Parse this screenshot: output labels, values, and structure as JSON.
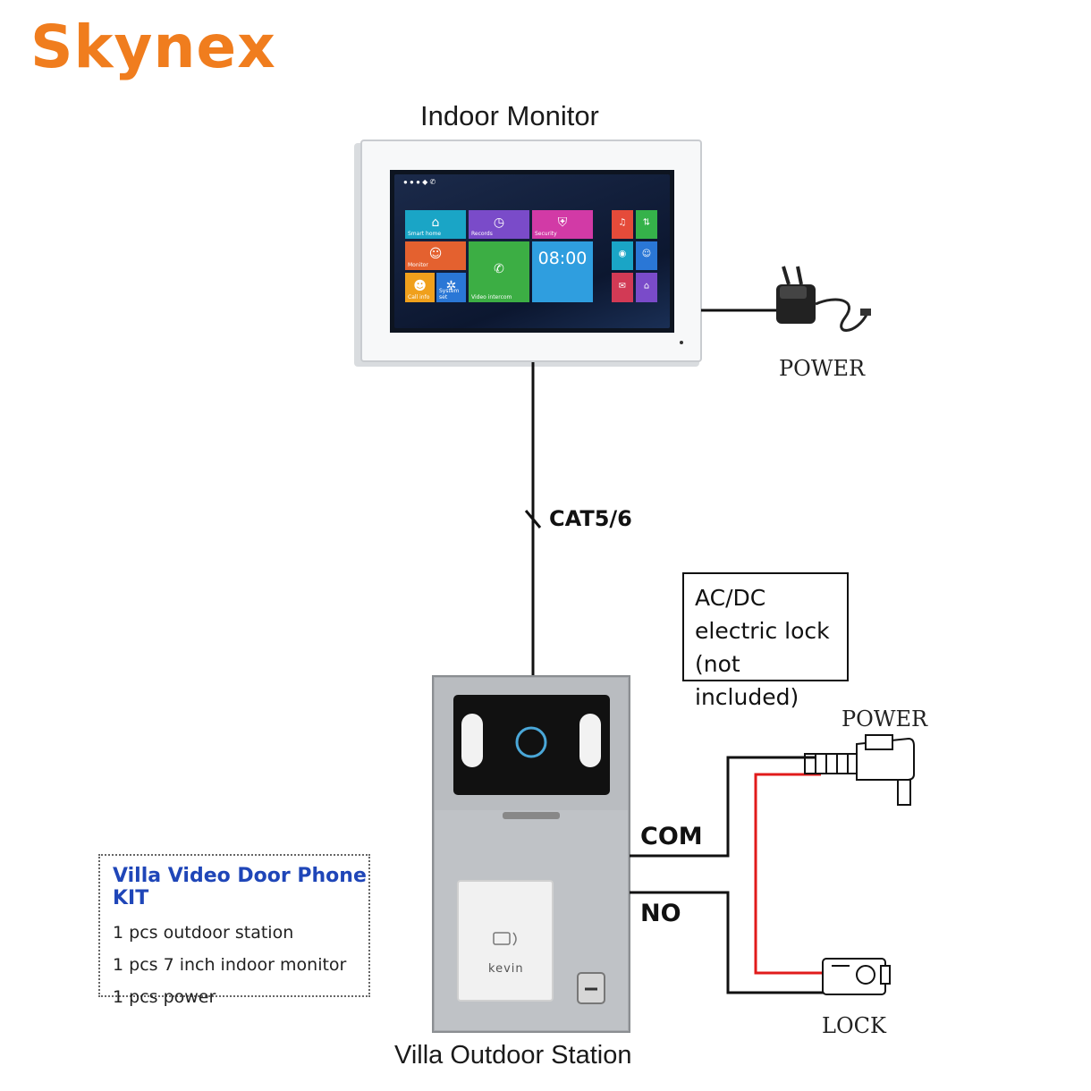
{
  "brand": "Skynex",
  "labels": {
    "indoor_monitor": "Indoor Monitor",
    "power_adapter": "POWER",
    "cable": "CAT5/6",
    "lock_note": [
      "AC/DC",
      "electric lock",
      "(not included)"
    ],
    "power_plug": "POWER",
    "com": "COM",
    "no": "NO",
    "lock": "LOCK",
    "outdoor_station": "Villa Outdoor Station",
    "card_label": "kevin"
  },
  "kit": {
    "title": "Villa Video Door Phone KIT",
    "items": [
      "1 pcs outdoor station",
      "1 pcs 7 inch indoor monitor",
      "1 pcs power"
    ]
  },
  "screen": {
    "clock": "08:00",
    "tiles": [
      "Smart home",
      "Records",
      "Security",
      "Monitor",
      "Video intercom",
      "Call info",
      "System set"
    ],
    "right_tiles": [
      "Silent",
      "Call lift",
      "Monitor",
      "Message",
      "Message",
      "Safe"
    ]
  },
  "colors": {
    "brand": "#f07d1e",
    "kit_title": "#1f46b8",
    "red_wire": "#e11b1b"
  }
}
